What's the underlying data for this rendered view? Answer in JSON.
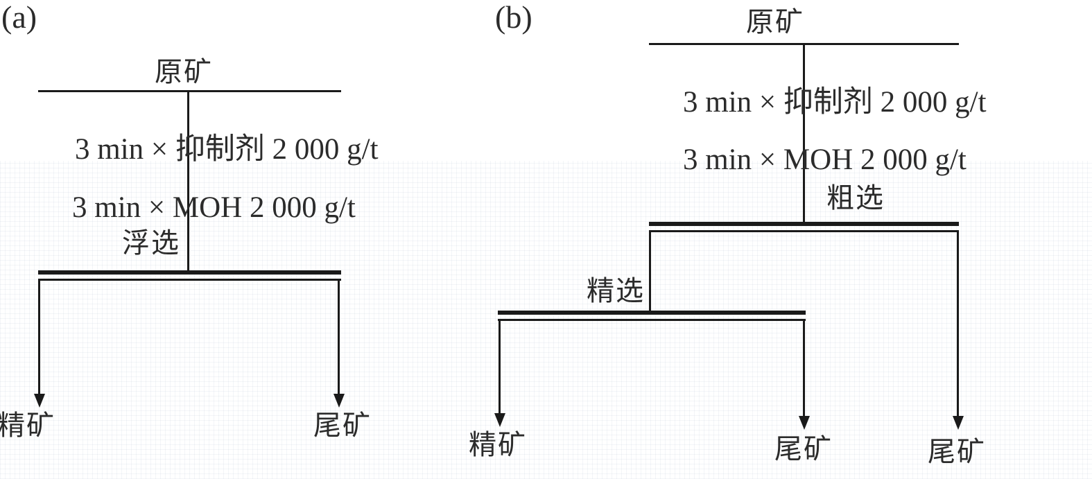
{
  "figure": {
    "panel_a": {
      "tag": "(a)",
      "feed_label": "原矿",
      "reagent_line1": "3 min × 抑制剂 2 000 g/t",
      "reagent_line2": "3 min × MOH 2 000 g/t",
      "stage_label": "浮选",
      "concentrate_label": "精矿",
      "tailings_label": "尾矿"
    },
    "panel_b": {
      "tag": "(b)",
      "feed_label": "原矿",
      "reagent_line1": "3 min × 抑制剂 2 000 g/t",
      "reagent_line2": "3 min × MOH 2 000 g/t",
      "rougher_label": "粗选",
      "cleaner_label": "精选",
      "concentrate_label": "精矿",
      "cleaner_tailings_label": "尾矿",
      "rougher_tailings_label": "尾矿"
    },
    "colors": {
      "line": "#1a1a1a",
      "text": "#2b2b2b",
      "background": "#ffffff"
    }
  }
}
